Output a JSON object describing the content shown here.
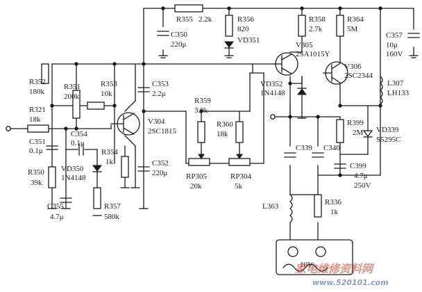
{
  "components": [
    {
      "id": "r355",
      "ref": "R355",
      "value": "2.2k"
    },
    {
      "id": "r356",
      "ref": "R356",
      "value": "820"
    },
    {
      "id": "vd351",
      "ref": "VD351",
      "value": ""
    },
    {
      "id": "c350",
      "ref": "C350",
      "value": "220μ"
    },
    {
      "id": "r358",
      "ref": "R358",
      "value": "2.7k"
    },
    {
      "id": "r364",
      "ref": "R364",
      "value": "5M"
    },
    {
      "id": "c357",
      "ref": "C357",
      "value": "10μ",
      "value2": "160V"
    },
    {
      "id": "v305",
      "ref": "V305",
      "value": "2SA1015Y"
    },
    {
      "id": "v306",
      "ref": "V306",
      "value": "2SC2344"
    },
    {
      "id": "vd352",
      "ref": "VD352",
      "value": "1N4148"
    },
    {
      "id": "l307",
      "ref": "L307",
      "value": "LH133"
    },
    {
      "id": "r352",
      "ref": "R352",
      "value": "180k"
    },
    {
      "id": "r351",
      "ref": "R351",
      "value": "200k"
    },
    {
      "id": "r353",
      "ref": "R353",
      "value": "10k"
    },
    {
      "id": "c353",
      "ref": "C353",
      "value": "2.2μ"
    },
    {
      "id": "r321",
      "ref": "R321",
      "value": "18k"
    },
    {
      "id": "v304",
      "ref": "V304",
      "value": "2SC1815"
    },
    {
      "id": "r359",
      "ref": "R359",
      "value": "3.9k"
    },
    {
      "id": "r360",
      "ref": "R360",
      "value": "18k"
    },
    {
      "id": "c351",
      "ref": "C351",
      "value": "0.1μ"
    },
    {
      "id": "c354",
      "ref": "C354",
      "value": "0.1μ"
    },
    {
      "id": "r354",
      "ref": "R354",
      "value": "1k"
    },
    {
      "id": "vd350",
      "ref": "VD350",
      "value": "1N4148"
    },
    {
      "id": "c352",
      "ref": "C352",
      "value": "220μ"
    },
    {
      "id": "rp305",
      "ref": "RP305",
      "value": "20k"
    },
    {
      "id": "rp304",
      "ref": "RP304",
      "value": "5k"
    },
    {
      "id": "r350",
      "ref": "R350",
      "value": "39k"
    },
    {
      "id": "c355",
      "ref": "C355",
      "value": "4.7μ"
    },
    {
      "id": "r357",
      "ref": "R357",
      "value": "580k"
    },
    {
      "id": "r399",
      "ref": "R399",
      "value": "2M"
    },
    {
      "id": "vd339",
      "ref": "VD339",
      "value": "S5295C"
    },
    {
      "id": "c339",
      "ref": "C339",
      "value": ""
    },
    {
      "id": "c340",
      "ref": "C340",
      "value": ""
    },
    {
      "id": "c399",
      "ref": "C399",
      "value": "4.7μ",
      "value2": "250V"
    },
    {
      "id": "l363",
      "ref": "L363",
      "value": ""
    },
    {
      "id": "r336",
      "ref": "R336",
      "value": "1k"
    }
  ],
  "labels": {
    "tube_block": "10V"
  },
  "watermark": {
    "text_cn": "家电维修资料网",
    "text_url": "www.520101.com"
  }
}
